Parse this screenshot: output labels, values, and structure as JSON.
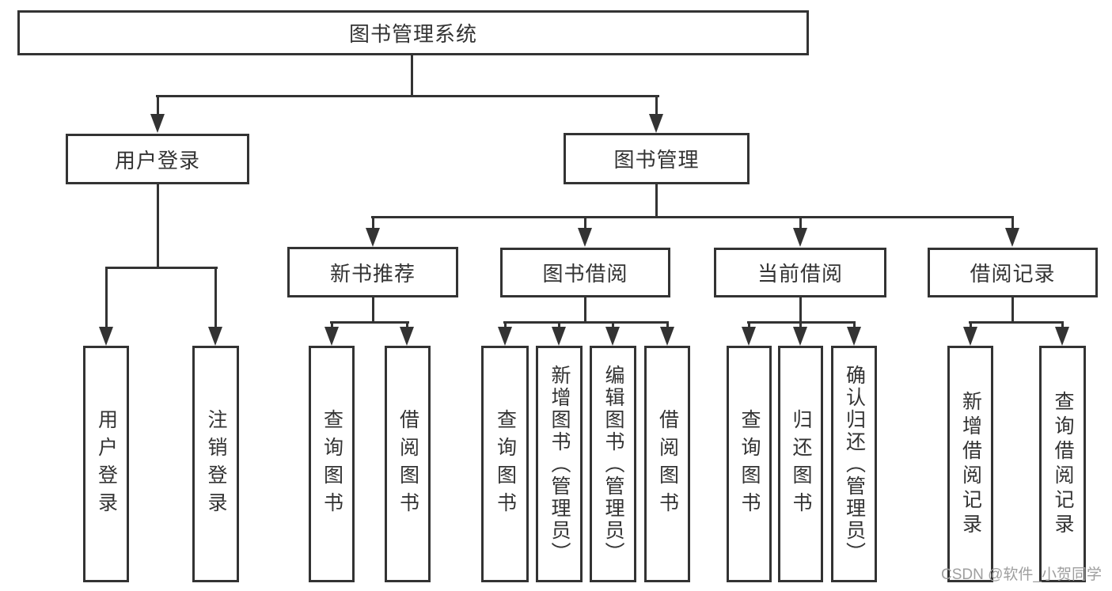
{
  "colors": {
    "line": "#333333",
    "text": "#333333",
    "box_bg": "#ffffff",
    "background": "#ffffff",
    "watermark": "#9e9e9e"
  },
  "diagram": {
    "root": {
      "label": "图书管理系统"
    },
    "level2": [
      {
        "label": "用户登录"
      },
      {
        "label": "图书管理"
      }
    ],
    "level3": [
      {
        "label": "新书推荐"
      },
      {
        "label": "图书借阅"
      },
      {
        "label": "当前借阅"
      },
      {
        "label": "借阅记录"
      }
    ],
    "leaves": {
      "user_login": [
        "用户登录",
        "注销登录"
      ],
      "new_books": [
        "查询图书",
        "借阅图书"
      ],
      "book_borrow": [
        "查询图书",
        "新增图书（管理员）",
        "编辑图书（管理员）",
        "借阅图书"
      ],
      "current_borrow": [
        "查询图书",
        "归还图书",
        "确认归还（管理员）"
      ],
      "borrow_records": [
        "新增借阅记录",
        "查询借阅记录"
      ]
    }
  },
  "watermark": {
    "text": "CSDN @软件_小贺同学"
  }
}
